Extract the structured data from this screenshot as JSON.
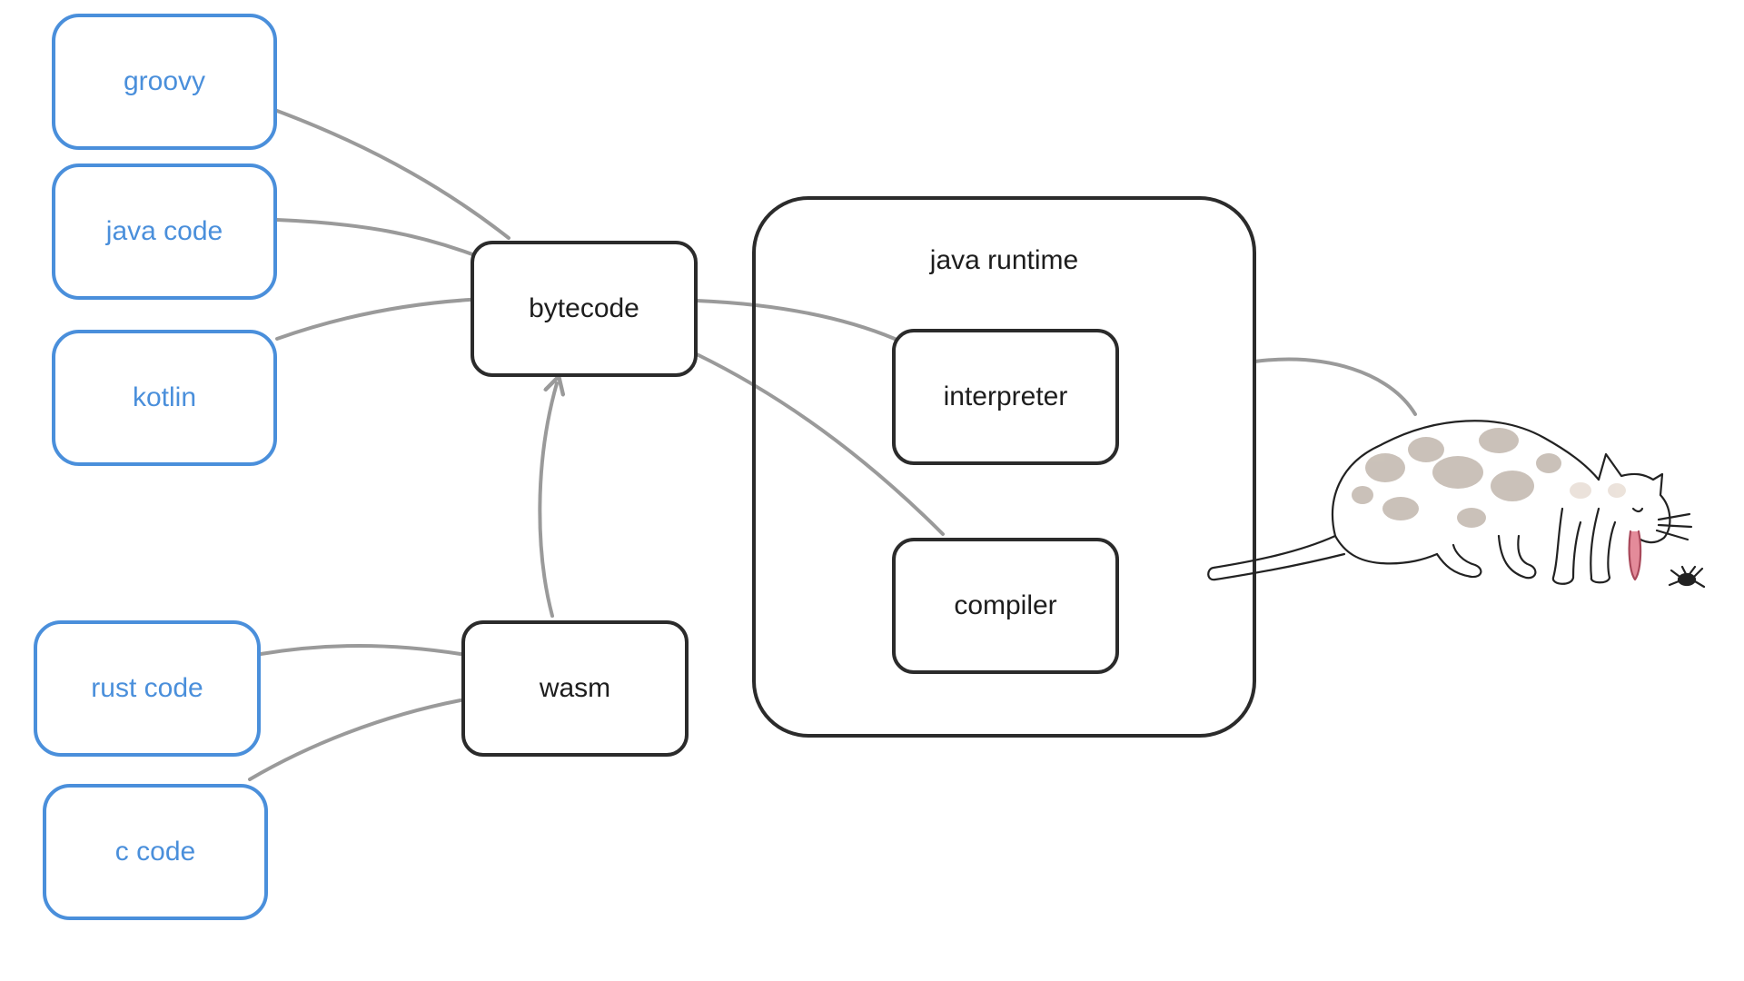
{
  "sources": {
    "groovy": "groovy",
    "java_code": "java code",
    "kotlin": "kotlin",
    "rust_code": "rust code",
    "c_code": "c code"
  },
  "intermediates": {
    "bytecode": "bytecode",
    "wasm": "wasm"
  },
  "runtime": {
    "title": "java runtime",
    "interpreter": "interpreter",
    "compiler": "compiler"
  },
  "illustration": {
    "subject": "cat-eating-bug"
  },
  "colors": {
    "source_border": "#4a8fdb",
    "source_text": "#4a8fdb",
    "box_border": "#2b2b2b",
    "connector": "#9a9a9a"
  }
}
